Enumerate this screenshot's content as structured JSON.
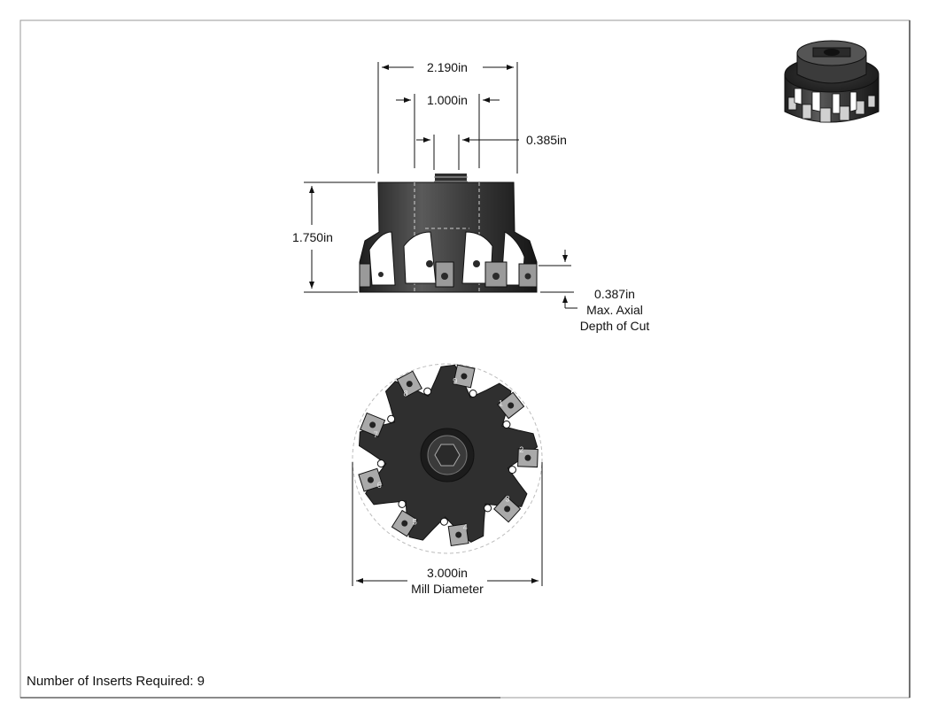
{
  "dimensions": {
    "overall_width": "2.190in",
    "hub_diameter": "1.000in",
    "thread_diameter": "0.385in",
    "height": "1.750in",
    "axial_depth_value": "0.387in",
    "axial_depth_line1": "Max. Axial",
    "axial_depth_line2": "Depth of Cut",
    "diameter_value": "3.000in",
    "diameter_label": "Mill Diameter"
  },
  "insert_numbers": [
    "1",
    "2",
    "3",
    "4",
    "5",
    "6",
    "7",
    "8",
    "9"
  ],
  "note": {
    "text": "Number of Inserts Required: 9",
    "inserts": 9
  },
  "colors": {
    "body_dark": "#2a2a2a",
    "body_mid": "#555555",
    "line": "#111111"
  }
}
